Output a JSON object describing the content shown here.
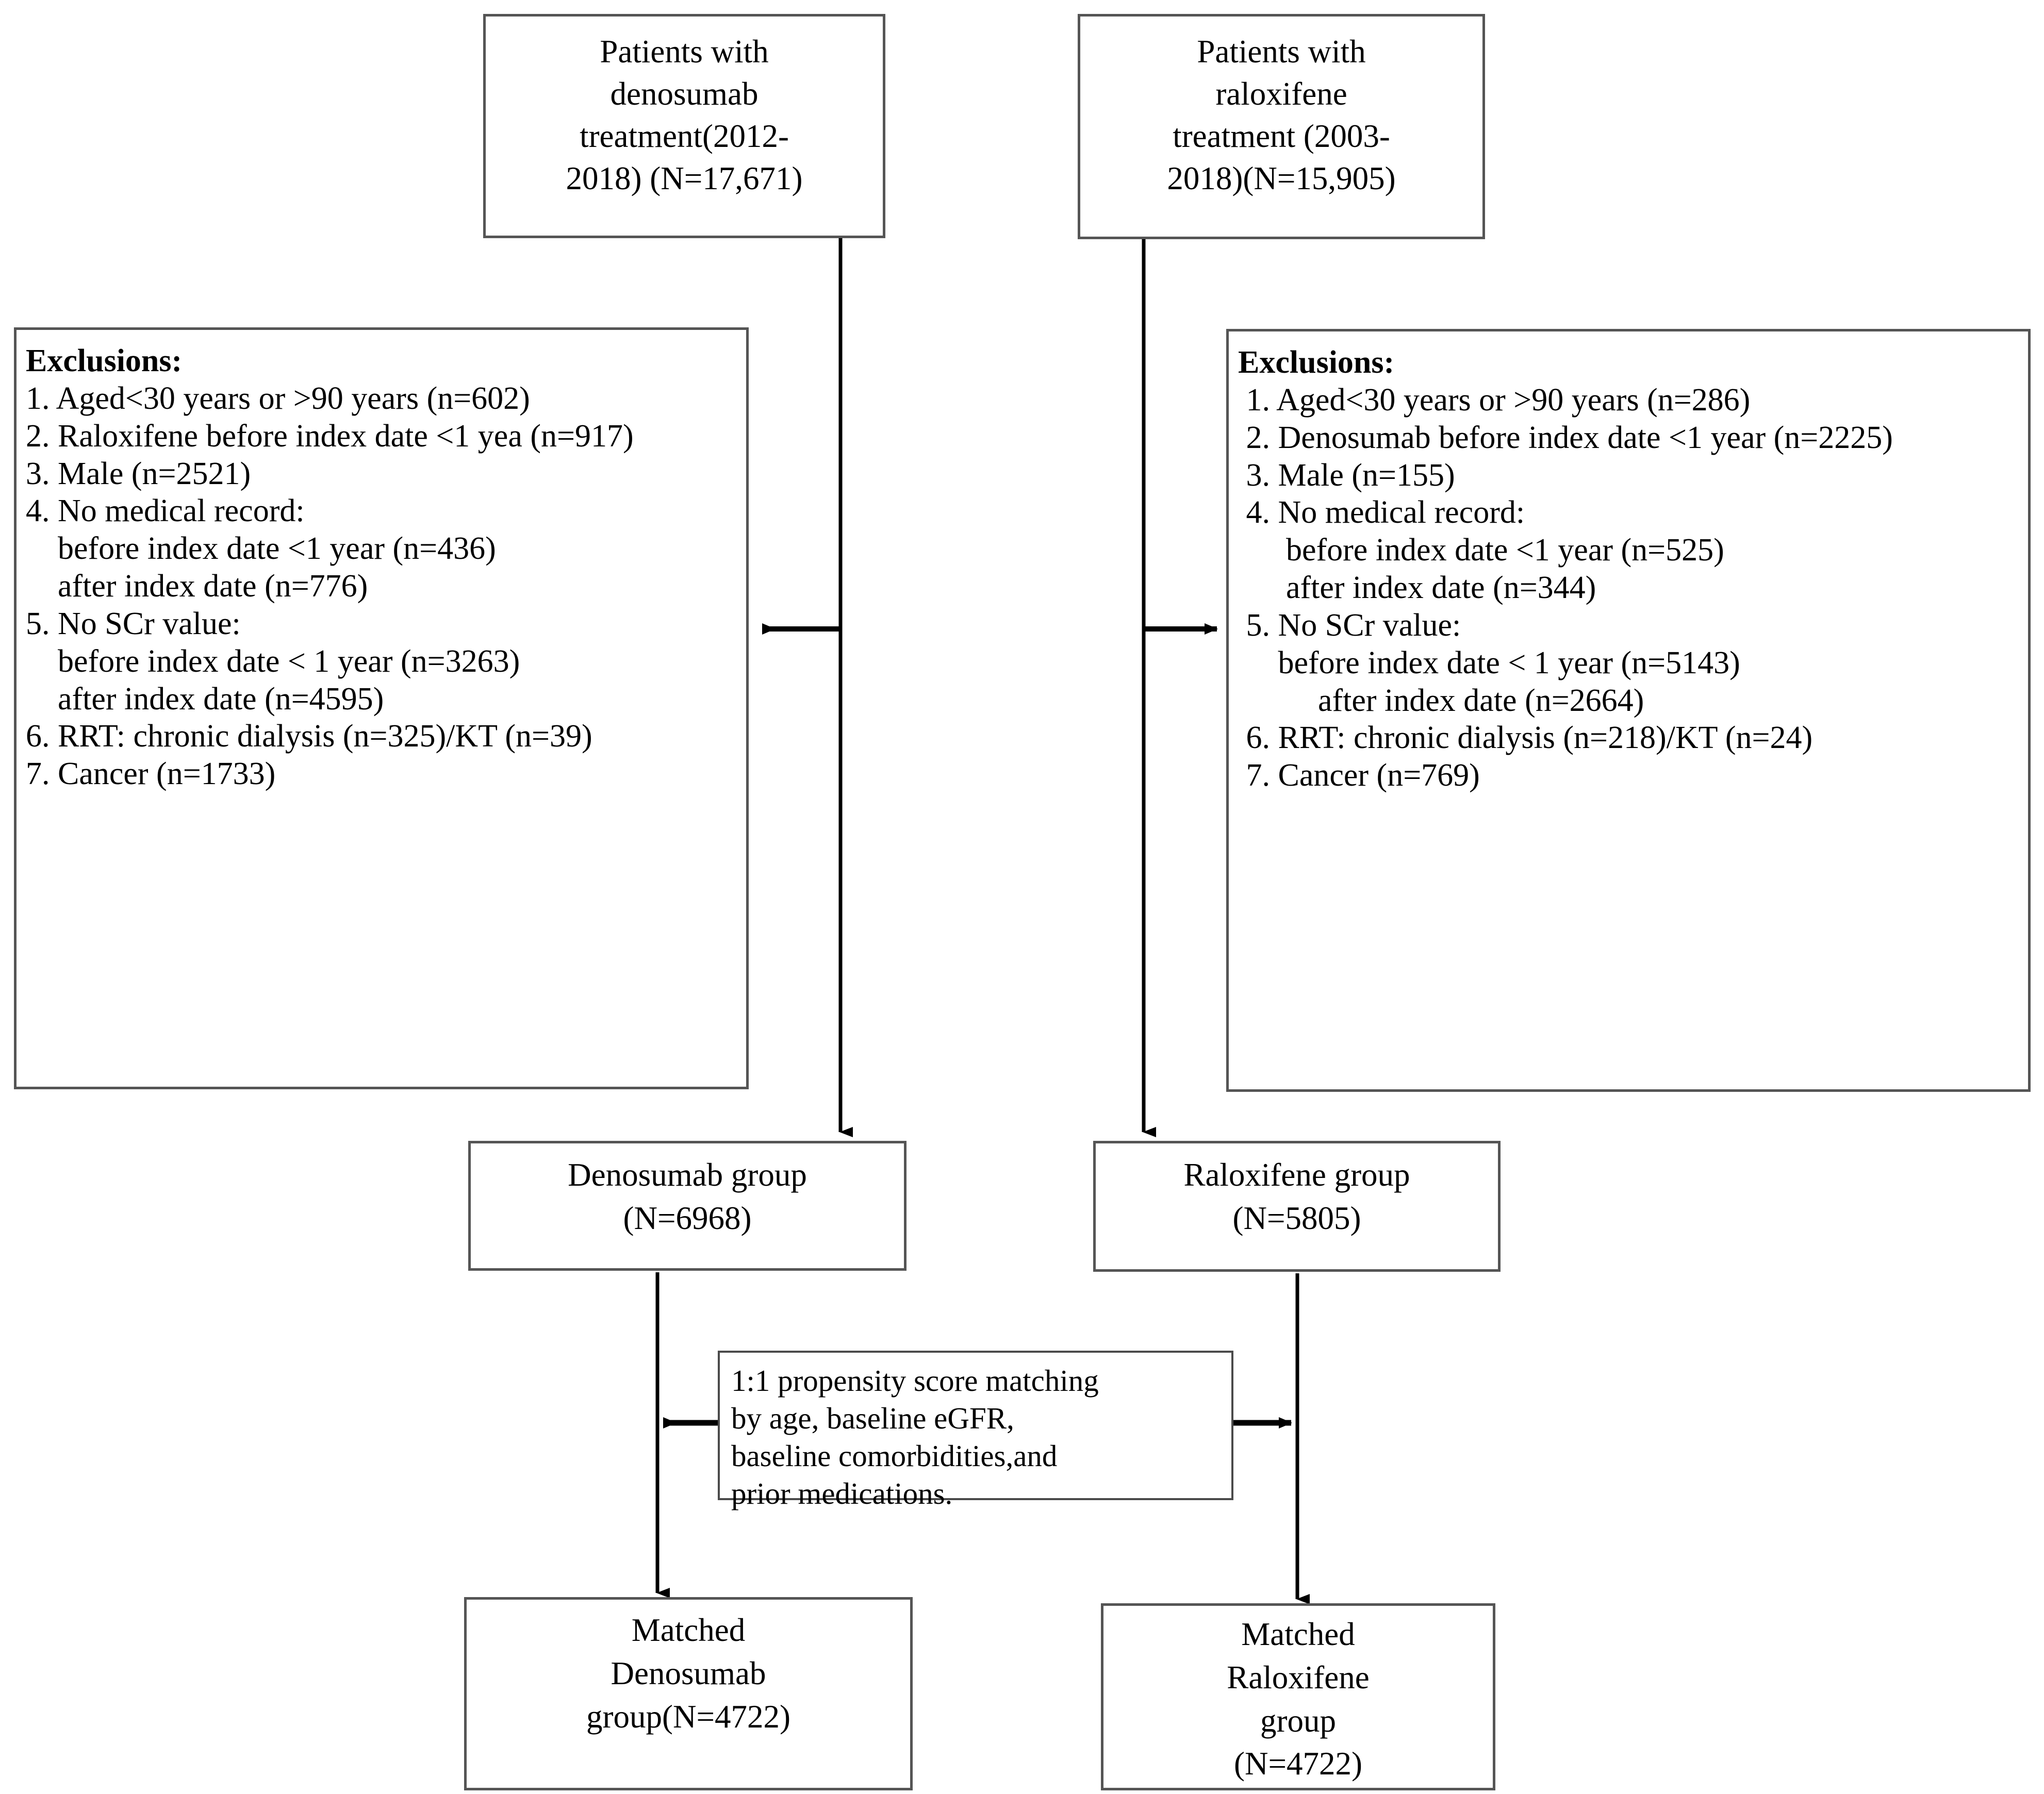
{
  "diagram": {
    "title": "Study cohort selection flowchart",
    "colors": {
      "box_border": "#555555",
      "connector": "#000000",
      "background": "#ffffff",
      "text": "#000000"
    }
  },
  "nodes": {
    "source_denosumab": {
      "lines": [
        "Patients with",
        "denosumab",
        "treatment(2012-",
        "2018) (N=17,671)"
      ]
    },
    "source_raloxifene": {
      "lines": [
        "Patients with",
        "raloxifene",
        "treatment (2003-",
        "2018)(N=15,905)"
      ]
    },
    "exclusions_denosumab": {
      "header": "Exclusions:",
      "items": [
        "1. Aged<30 years or >90 years (n=602)",
        "2. Raloxifene before index date <1 yea (n=917)",
        "3. Male (n=2521)",
        "4. No medical record:",
        "    before index date <1 year (n=436)",
        "    after index date (n=776)",
        "5. No SCr value:",
        "    before index date < 1 year (n=3263)",
        "    after index date (n=4595)",
        "6. RRT: chronic dialysis (n=325)/KT (n=39)",
        "7. Cancer (n=1733)"
      ]
    },
    "exclusions_raloxifene": {
      "header": "Exclusions:",
      "items": [
        " 1. Aged<30 years or >90 years (n=286)",
        " 2. Denosumab before index date <1 year (n=2225)",
        " 3. Male (n=155)",
        " 4. No medical record:",
        "      before index date <1 year (n=525)",
        "      after index date (n=344)",
        " 5. No SCr value:",
        "     before index date < 1 year (n=5143)",
        "          after index date (n=2664)",
        " 6. RRT: chronic dialysis (n=218)/KT (n=24)",
        " 7. Cancer (n=769)"
      ]
    },
    "group_denosumab": {
      "lines": [
        "Denosumab group",
        "(N=6968)"
      ]
    },
    "group_raloxifene": {
      "lines": [
        "Raloxifene group",
        "(N=5805)"
      ]
    },
    "matching_note": {
      "lines": [
        "1:1 propensity score matching",
        "by age, baseline eGFR,",
        "baseline comorbidities,and",
        "prior medications."
      ]
    },
    "matched_denosumab": {
      "lines": [
        "Matched",
        "Denosumab",
        "group(N=4722)"
      ]
    },
    "matched_raloxifene": {
      "lines": [
        "Matched",
        "Raloxifene",
        "group",
        "(N=4722)"
      ]
    }
  },
  "connectors": [
    {
      "name": "denosumab-source-to-group",
      "kind": "vertical-arrow-down"
    },
    {
      "name": "raloxifene-source-to-group",
      "kind": "vertical-arrow-down"
    },
    {
      "name": "denosumab-exclusions-arrow",
      "kind": "horizontal-arrow-left"
    },
    {
      "name": "raloxifene-exclusions-arrow",
      "kind": "horizontal-arrow-right"
    },
    {
      "name": "denosumab-group-to-matched",
      "kind": "vertical-arrow-down"
    },
    {
      "name": "raloxifene-group-to-matched",
      "kind": "vertical-arrow-down"
    },
    {
      "name": "psm-arrow-to-denosumab",
      "kind": "horizontal-arrow-left"
    },
    {
      "name": "psm-arrow-to-raloxifene",
      "kind": "horizontal-arrow-right"
    }
  ]
}
